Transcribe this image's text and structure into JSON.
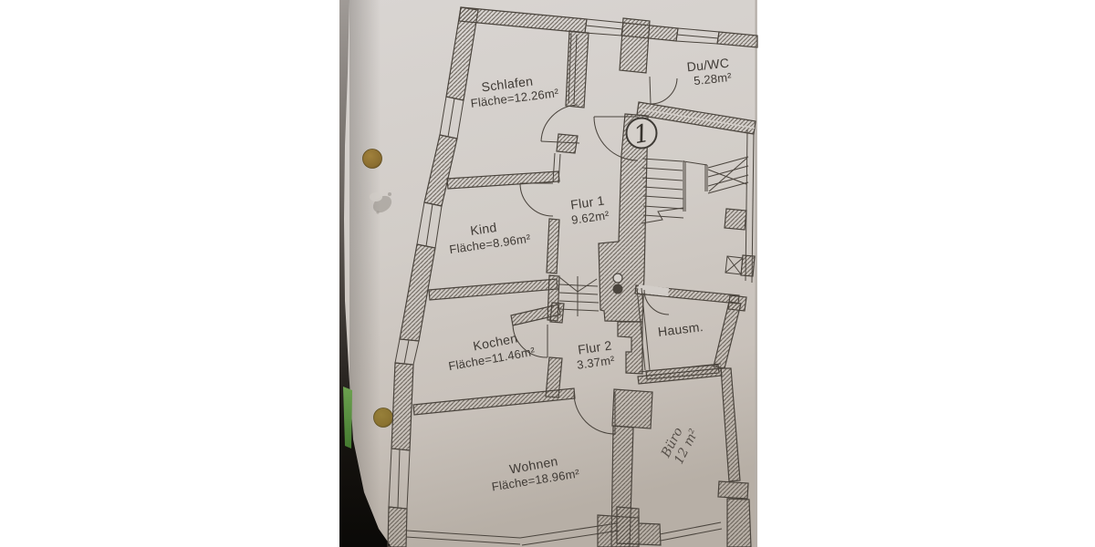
{
  "colors": {
    "background": "#ffffff",
    "paper": "#d3cec9",
    "ink": "#47423c",
    "punch_hole": "#8a6d2f",
    "edge_green": "#5d9444"
  },
  "floorplan": {
    "level_marker": "1",
    "rooms": [
      {
        "name": "Schlafen",
        "area": "Fläche=12.26m²"
      },
      {
        "name": "Du/WC",
        "area": "5.28m²"
      },
      {
        "name": "Flur 1",
        "area": "9.62m²"
      },
      {
        "name": "Kind",
        "area": "Fläche=8.96m²"
      },
      {
        "name": "Kochen",
        "area": "Fläche=11.46m²"
      },
      {
        "name": "Flur 2",
        "area": "3.37m²"
      },
      {
        "name": "Hausm.",
        "area": ""
      },
      {
        "name": "Wohnen",
        "area": "Fläche=18.96m²"
      },
      {
        "name": "Büro",
        "area": "12 m²"
      }
    ]
  }
}
